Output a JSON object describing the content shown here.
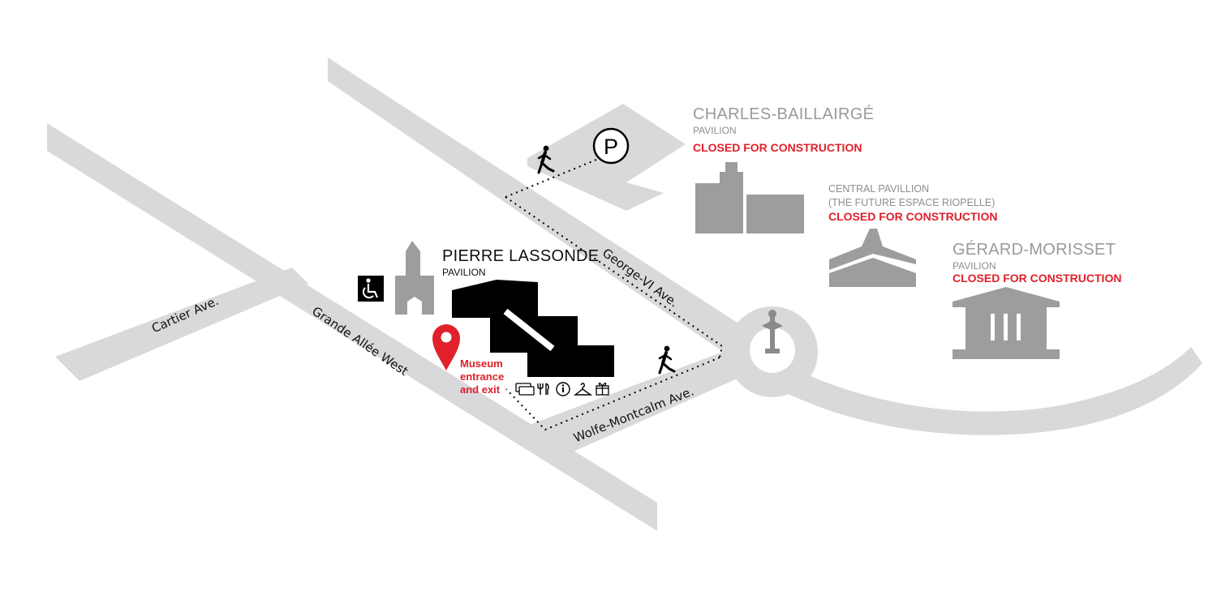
{
  "colors": {
    "road": "#d9d9db",
    "building_gray": "#9d9d9d",
    "pavilion_black": "#000000",
    "accent_red": "#e0202b",
    "text_dark": "#111111",
    "text_gray": "#8e8e8e"
  },
  "streets": {
    "cartier": "Cartier Ave.",
    "grande_allee": "Grande Allée West",
    "george_vi": "George-VI Ave.",
    "wolfe_montcalm": "Wolfe-Montcalm Ave."
  },
  "buildings": {
    "charles_baillairge": {
      "title": "CHARLES-BAILLAIRGÉ",
      "subtitle": "PAVILION",
      "status": "CLOSED FOR CONSTRUCTION"
    },
    "central": {
      "title": "CENTRAL PAVILLION",
      "subtitle": "(THE FUTURE ESPACE RIOPELLE)",
      "status": "CLOSED FOR CONSTRUCTION"
    },
    "gerard_morisset": {
      "title": "GÉRARD-MORISSET",
      "subtitle": "PAVILION",
      "status": "CLOSED FOR CONSTRUCTION"
    },
    "pierre_lassonde": {
      "title": "PIERRE LASSONDE",
      "subtitle": "PAVILION"
    }
  },
  "entrance": {
    "line1": "Museum",
    "line2": "entrance",
    "line3": "and exit"
  },
  "icons": {
    "parking": "parking-icon",
    "pedestrian": "pedestrian-icon",
    "accessibility": "wheelchair-icon",
    "location_pin": "location-pin-icon",
    "statue": "statue-icon",
    "services": [
      "ticket-icon",
      "restaurant-icon",
      "info-icon",
      "coat-check-icon",
      "gift-shop-icon"
    ]
  },
  "parking_symbol": "P"
}
